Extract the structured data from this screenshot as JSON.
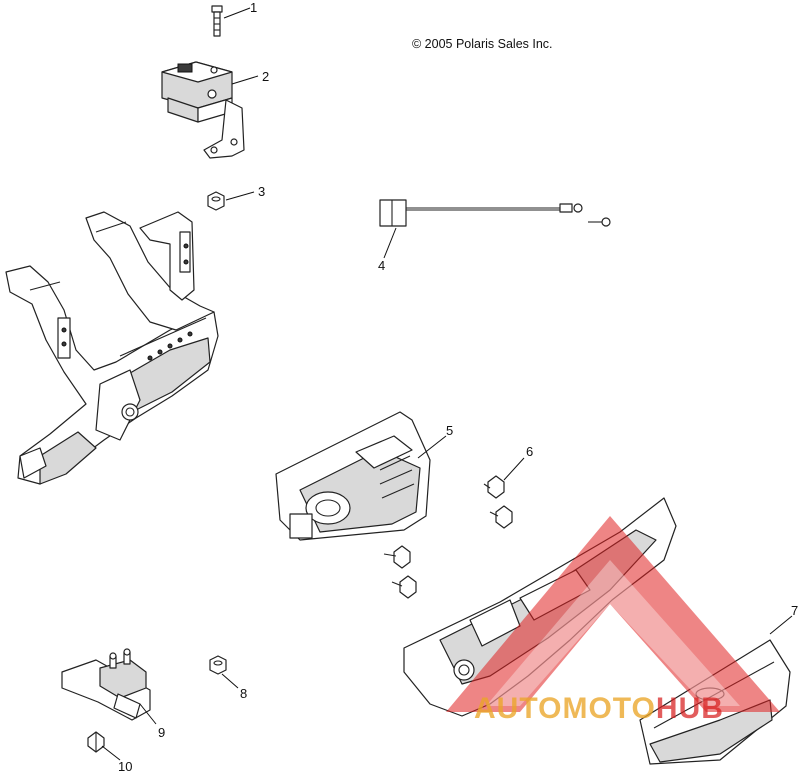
{
  "copyright": "© 2005 Polaris Sales Inc.",
  "callouts": [
    {
      "id": "1",
      "label": "1"
    },
    {
      "id": "2",
      "label": "2"
    },
    {
      "id": "3",
      "label": "3"
    },
    {
      "id": "4",
      "label": "4"
    },
    {
      "id": "5",
      "label": "5"
    },
    {
      "id": "6",
      "label": "6"
    },
    {
      "id": "7",
      "label": "7"
    },
    {
      "id": "8",
      "label": "8"
    },
    {
      "id": "9",
      "label": "9"
    },
    {
      "id": "10",
      "label": "10"
    }
  ],
  "watermark": {
    "part1": "AUTOMOTO",
    "part2": "HUB",
    "color_triangle": "#e02020",
    "color_text": "#eba528"
  }
}
